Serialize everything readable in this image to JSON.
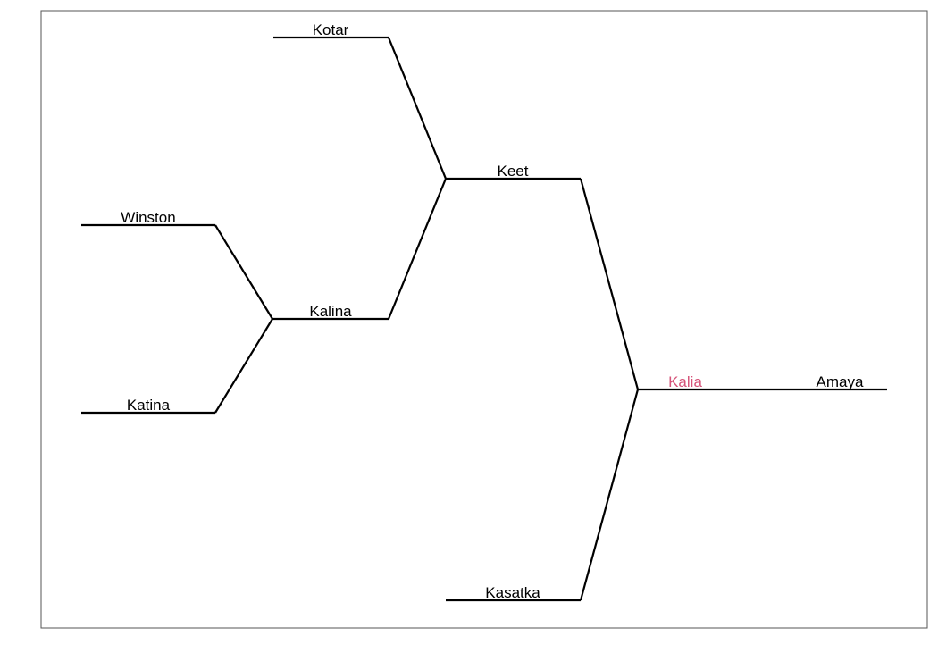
{
  "colors": {
    "default_line": "#000000",
    "default_text": "#000000",
    "highlight": "#d6557a"
  },
  "tree": {
    "nodes": [
      {
        "id": "kotar",
        "label": "Kotar"
      },
      {
        "id": "keet",
        "label": "Keet"
      },
      {
        "id": "winston",
        "label": "Winston"
      },
      {
        "id": "kalina",
        "label": "Kalina"
      },
      {
        "id": "katina",
        "label": "Katina"
      },
      {
        "id": "kalia",
        "label": "Kalia",
        "highlighted": true
      },
      {
        "id": "amaya",
        "label": "Amaya"
      },
      {
        "id": "kasatka",
        "label": "Kasatka"
      }
    ]
  }
}
